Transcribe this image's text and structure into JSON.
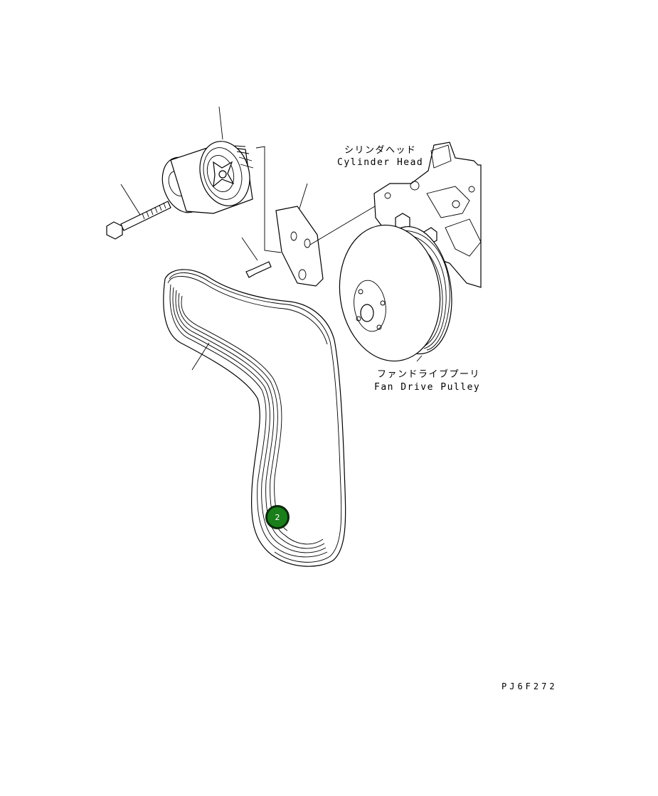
{
  "labels": {
    "cylinder_head_jp": "シリンダヘッド",
    "cylinder_head_en": "Cylinder Head",
    "fan_pulley_jp": "ファンドライブプーリ",
    "fan_pulley_en": "Fan Drive Pulley",
    "drawing_code": "PJ6F272"
  },
  "callouts": [
    {
      "number": "2",
      "color": "#1a7f1a"
    }
  ]
}
